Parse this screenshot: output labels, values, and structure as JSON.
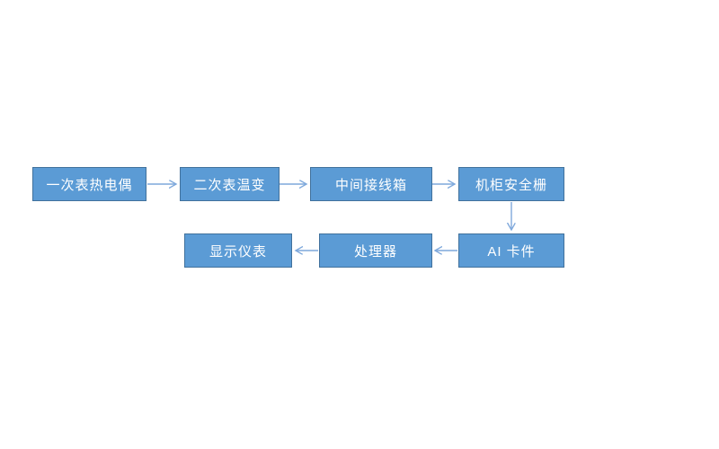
{
  "diagram": {
    "type": "flowchart",
    "nodes": [
      {
        "id": "primary-thermocouple",
        "label": "一次表热电偶"
      },
      {
        "id": "secondary-temp-transmitter",
        "label": "二次表温变"
      },
      {
        "id": "intermediate-junction-box",
        "label": "中间接线箱"
      },
      {
        "id": "cabinet-safety-barrier",
        "label": "机柜安全栅"
      },
      {
        "id": "ai-card",
        "label": "AI 卡件"
      },
      {
        "id": "processor",
        "label": "处理器"
      },
      {
        "id": "display-instrument",
        "label": "显示仪表"
      }
    ],
    "edges": [
      {
        "from": "一次表热电偶",
        "to": "二次表温变"
      },
      {
        "from": "二次表温变",
        "to": "中间接线箱"
      },
      {
        "from": "中间接线箱",
        "to": "机柜安全栅"
      },
      {
        "from": "机柜安全栅",
        "to": "AI 卡件"
      },
      {
        "from": "AI 卡件",
        "to": "处理器"
      },
      {
        "from": "处理器",
        "to": "显示仪表"
      }
    ],
    "colors": {
      "node_fill": "#5B9BD5",
      "node_border": "#41719C",
      "node_text": "#FFFFFF",
      "arrow": "#7FA9DC",
      "background": "#FFFFFF"
    }
  }
}
